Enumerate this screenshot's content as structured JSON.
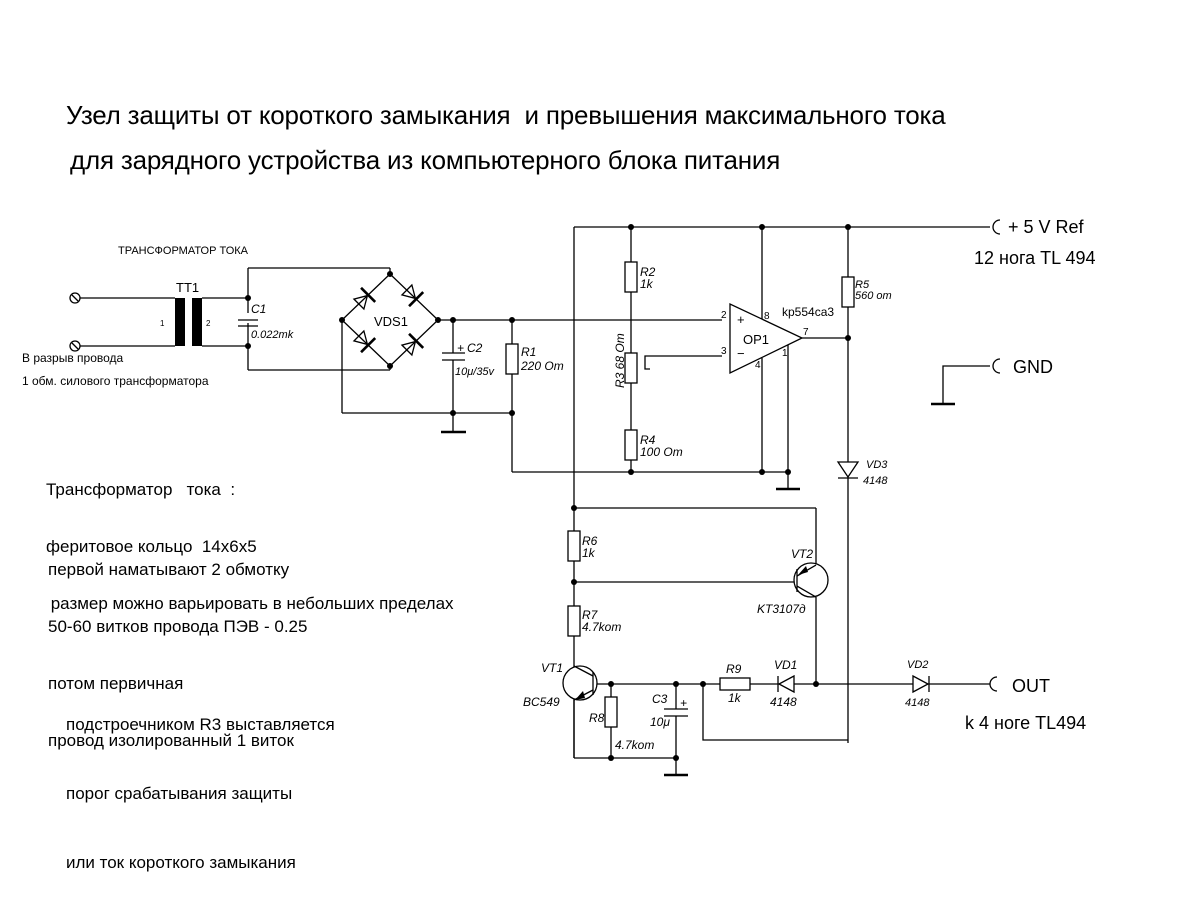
{
  "title": {
    "line1": "Узел защиты от короткого замыкания  и превышения максимального тока",
    "line2": "для зарядного устройства из компьютерного блока питания"
  },
  "labels": {
    "current_transformer_caption": "ТРАНСФОРМАТОР ТОКА",
    "input_note_1": "В разрыв провода",
    "input_note_2": "1 обм. силового трансформатора",
    "ref_terminal": "+ 5 V Ref",
    "ref_note": "12 нога TL 494",
    "gnd_terminal": "GND",
    "out_terminal": "OUT",
    "out_note": "k 4 ноге TL494"
  },
  "components": {
    "tt1": {
      "ref": "TT1",
      "pin1": "1",
      "pin2": "2"
    },
    "c1": {
      "ref": "C1",
      "value": "0.022mk"
    },
    "vds1": {
      "ref": "VDS1"
    },
    "c2": {
      "ref": "C2",
      "value": "10μ/35v",
      "polarity": "+"
    },
    "r1": {
      "ref": "R1",
      "value": "220 Om"
    },
    "r2": {
      "ref": "R2",
      "value": "1k"
    },
    "r3": {
      "ref_value": "R3  68 Om"
    },
    "r4": {
      "ref": "R4",
      "value": "100 Om"
    },
    "op1": {
      "ref": "OP1",
      "part": "kp554ca3",
      "pin2": "2",
      "pin3": "3",
      "pin8": "8",
      "pin4": "4",
      "pin7": "7",
      "pin1": "1",
      "plus": "+",
      "minus": "−"
    },
    "r5": {
      "ref": "R5",
      "value": "560 om"
    },
    "vd3": {
      "ref": "VD3",
      "value": "4148"
    },
    "r6": {
      "ref": "R6",
      "value": "1k"
    },
    "vt2": {
      "ref": "VT2",
      "part": "KT3107д"
    },
    "r7": {
      "ref": "R7",
      "value": "4.7kom"
    },
    "vt1": {
      "ref": "VT1",
      "part": "BC549"
    },
    "r8": {
      "ref": "R8",
      "value": "4.7kom"
    },
    "c3": {
      "ref": "C3",
      "value": "10μ",
      "polarity": "+"
    },
    "r9": {
      "ref": "R9",
      "value": "1k"
    },
    "vd1": {
      "ref": "VD1",
      "value": "4148"
    },
    "vd2": {
      "ref": "VD2",
      "value": "4148"
    }
  },
  "notes": {
    "transformer": [
      "Трансформатор   тока  :",
      "феритовое кольцо  14x6x5",
      " размер можно варьировать в небольших пределах"
    ],
    "winding": [
      "первой наматывают 2 обмотку",
      "50-60 витков провода ПЭВ - 0.25",
      "потом первичная",
      "провод изолированный 1 виток"
    ],
    "adjust": [
      "подстроечником R3 выставляется",
      "порог срабатывания защиты",
      "или ток короткого замыкания"
    ]
  }
}
